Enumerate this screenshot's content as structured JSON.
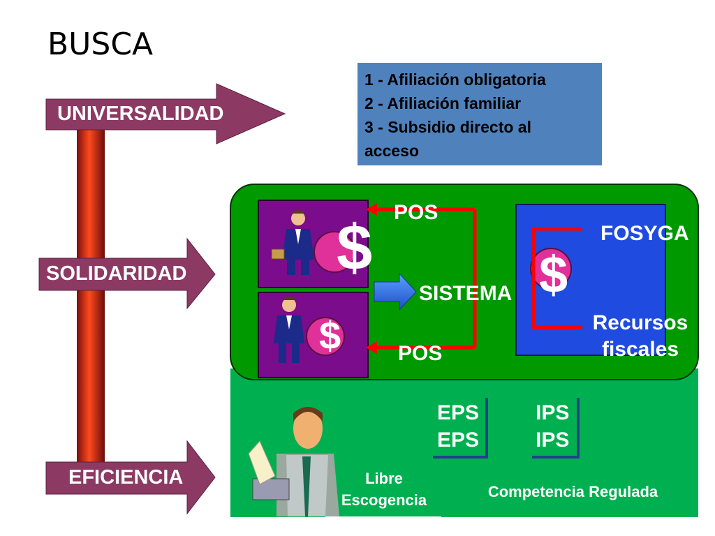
{
  "title": "BUSCA",
  "info_items": [
    "1 - Afiliación obligatoria",
    "2 - Afiliación familiar",
    "3 - Subsidio directo al acceso"
  ],
  "principles": {
    "universalidad": "UNIVERSALIDAD",
    "solidaridad": "SOLIDARIDAD",
    "eficiencia": "EFICIENCIA"
  },
  "system": {
    "pos_top": "POS",
    "pos_bottom": "POS",
    "sistema": "SISTEMA",
    "fosyga": "FOSYGA",
    "recursos": "Recursos fiscales",
    "dollar": "$"
  },
  "competition": {
    "eps": [
      "EPS",
      "EPS"
    ],
    "ips": [
      "IPS",
      "IPS"
    ],
    "libre": "Libre Escogencia",
    "competencia": "Competencia Regulada"
  },
  "colors": {
    "arrow": "#8c3a63",
    "pillar": "#c1272d",
    "green_dark": "#009900",
    "green_light": "#00b050",
    "purple": "#7b0c8c",
    "blue": "#1f4be0",
    "info_box": "#4f81bd",
    "red_line": "#ff0000"
  }
}
